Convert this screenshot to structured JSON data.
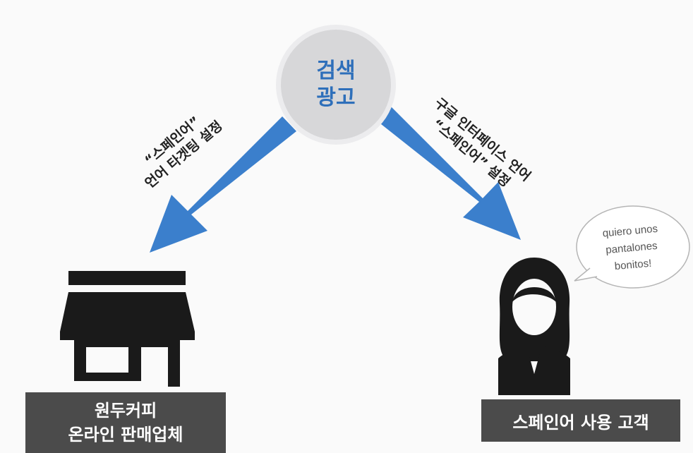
{
  "hub": {
    "line1": "검색",
    "line2": "광고"
  },
  "left_arrow": {
    "line1": "“스페인어”",
    "line2": "언어 타겟팅 설정"
  },
  "right_arrow": {
    "line1": "구글 인터페이스 언어",
    "line2": "“스페인어” 설정"
  },
  "speech_bubble": {
    "line1": "quiero unos",
    "line2": "pantalones",
    "line3": "bonitos!"
  },
  "left_caption": {
    "line1": "원두커피",
    "line2": "온라인 판매업체"
  },
  "right_caption": {
    "text": "스페인어 사용 고객"
  },
  "colors": {
    "arrow": "#3b7fcc",
    "hub_text": "#2e6fba",
    "caption_bg": "#4b4b4b",
    "icon": "#1a1a1a"
  },
  "icons": {
    "store": "store-icon",
    "customer": "customer-icon"
  }
}
